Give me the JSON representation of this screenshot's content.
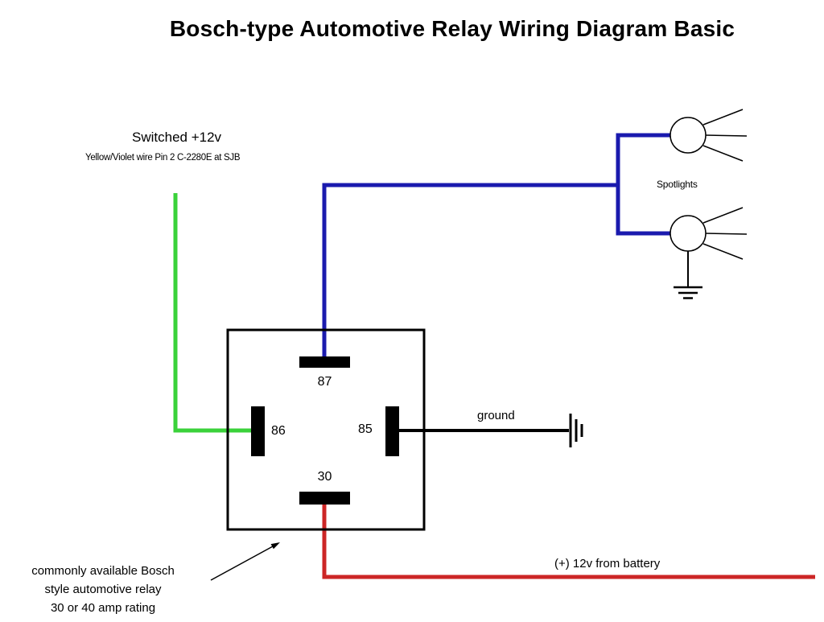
{
  "title": "Bosch-type Automotive Relay Wiring Diagram Basic",
  "source_label": {
    "heading": "Switched +12v",
    "detail": "Yellow/Violet wire Pin 2 C-2280E at SJB"
  },
  "spotlights": {
    "label": "Spotlights"
  },
  "ground_label": "ground",
  "battery_label": "(+) 12v from battery",
  "relay": {
    "pin_87": "87",
    "pin_86": "86",
    "pin_85": "85",
    "pin_30": "30",
    "note_line1": "commonly available Bosch",
    "note_line2": "style automotive relay",
    "note_line3": "30 or 40 amp rating"
  },
  "colors": {
    "switched_wire": "#3ad23a",
    "lights_wire": "#1a1aae",
    "battery_wire": "#cc2626",
    "ground_wire": "#000000",
    "outline": "#000000"
  }
}
